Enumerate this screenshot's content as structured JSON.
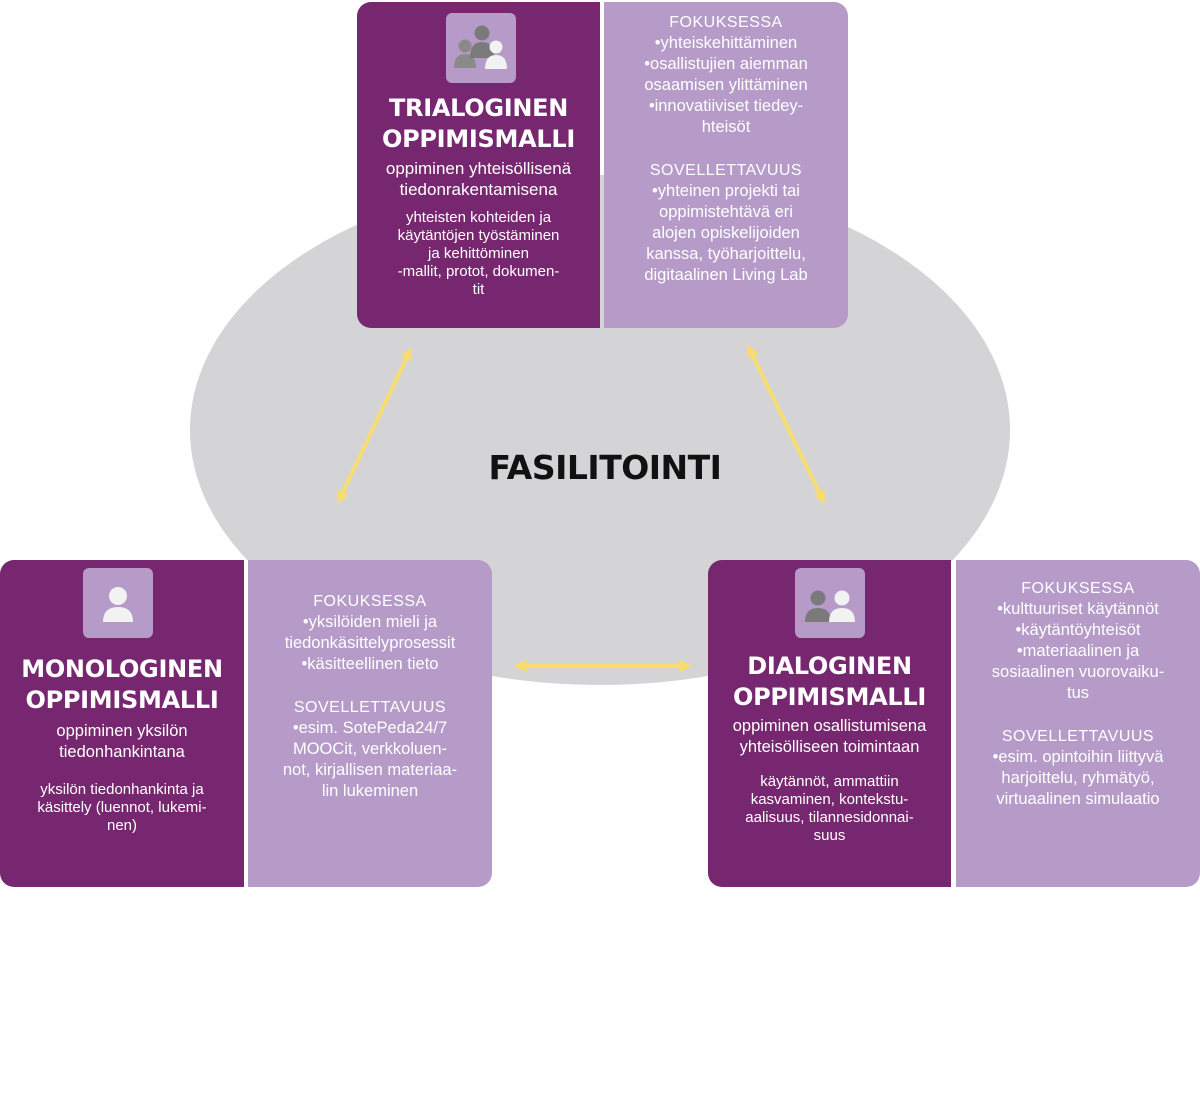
{
  "center": {
    "label": "FASILITOINTI"
  },
  "trialogical": {
    "title": [
      "TRIALOGINEN",
      "OPPIMISMALLI"
    ],
    "subtitle": [
      "oppiminen yhteisöllisenä",
      "tiedonrakentamisena"
    ],
    "description": [
      "yhteisten kohteiden ja",
      "käytäntöjen työstäminen",
      "ja kehittöminen",
      "-mallit, protot, dokumen-",
      "tit"
    ],
    "focus_heading": "FOKUKSESSA",
    "focus_items": [
      "•yhteiskehittäminen",
      "•osallistujien aiemman",
      "osaamisen ylittäminen",
      "•innovatiiviset tiedey-",
      "hteisöt"
    ],
    "applicability_heading": "SOVELLETTAVUUS",
    "applicability_items": [
      "•yhteinen projekti tai",
      "oppimistehtävä eri",
      "alojen opiskelijoiden",
      "kanssa, työharjoittelu,",
      "digitaalinen Living Lab"
    ]
  },
  "monological": {
    "title": [
      "MONOLOGINEN",
      "OPPIMISMALLI"
    ],
    "subtitle": [
      "oppiminen yksilön",
      "tiedonhankintana"
    ],
    "description": [
      "yksilön tiedonhankinta ja",
      "käsittely (luennot, lukemi-",
      "nen)"
    ],
    "focus_heading": "FOKUKSESSA",
    "focus_items": [
      "•yksilöiden mieli ja",
      "tiedonkäsittelyprosessit",
      "•käsitteellinen tieto"
    ],
    "applicability_heading": "SOVELLETTAVUUS",
    "applicability_items": [
      "•esim. SotePeda24/7",
      "MOOCit, verkkoluen-",
      "not, kirjallisen materiaa-",
      "lin lukeminen"
    ]
  },
  "dialogical": {
    "title": [
      "DIALOGINEN",
      "OPPIMISMALLI"
    ],
    "subtitle": [
      "oppiminen osallistumisena",
      "yhteisölliseen toimintaan"
    ],
    "description": [
      "käytännöt, ammattiin",
      "kasvaminen, kontekstu-",
      "aalisuus, tilannesidonnai-",
      "suus"
    ],
    "focus_heading": "FOKUKSESSA",
    "focus_items": [
      "•kulttuuriset käytännöt",
      "•käytäntöyhteisöt",
      "•materiaalinen ja",
      "sosiaalinen vuorovaiku-",
      "tus"
    ],
    "applicability_heading": "SOVELLETTAVUUS",
    "applicability_items": [
      "•esim. opintoihin liittyvä",
      "harjoittelu, ryhmätyö,",
      "virtuaalinen simulaatio"
    ]
  },
  "colors": {
    "dark_panel": "#76276f",
    "light_panel": "#b69bc9",
    "ellipse": "#d4d4d6",
    "arrow": "#f7dc6f"
  },
  "icons": {
    "trialogical": "three-people-icon",
    "monological": "single-person-icon",
    "dialogical": "two-people-icon"
  }
}
